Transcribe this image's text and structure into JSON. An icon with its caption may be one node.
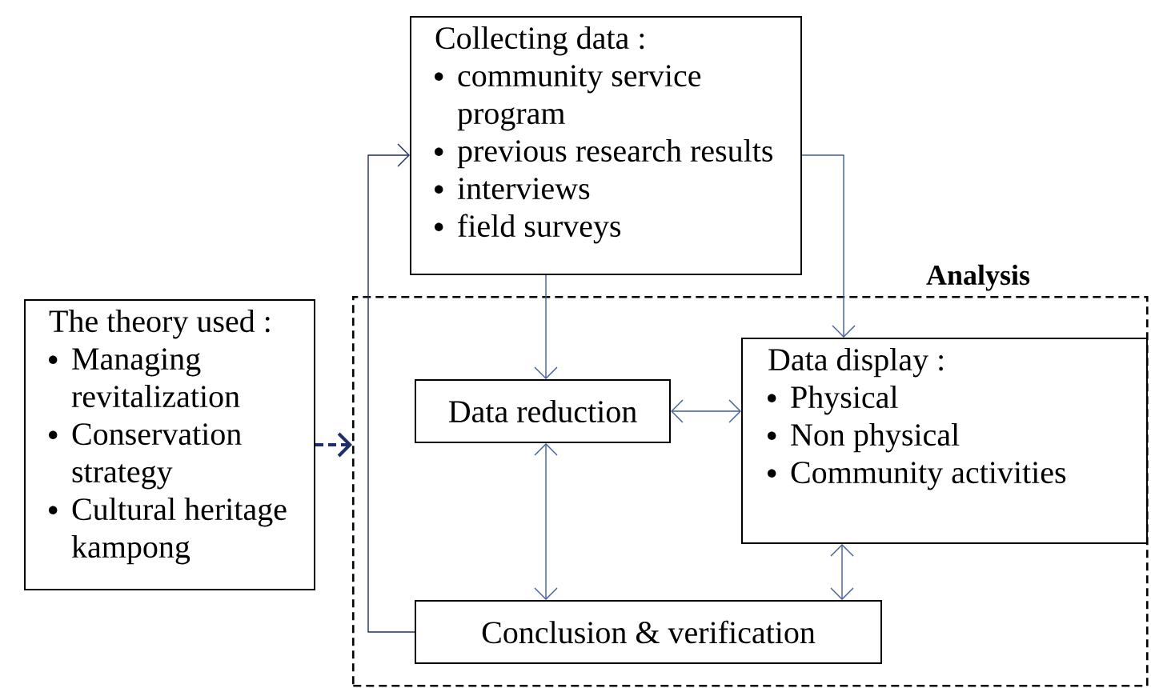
{
  "diagram": {
    "nodes": [
      {
        "text": [
          "Analysis"
        ]
      },
      {
        "text": [
          "Collecting data :",
          "community service program",
          "previous research results",
          "interviews",
          "field surveys"
        ]
      },
      {
        "text": [
          "The theory used :",
          "Managing revitalization",
          "Conservation strategy",
          "Cultural heritage kampong"
        ]
      },
      {
        "text": [
          "Data reduction"
        ],
        "in": 0
      },
      {
        "text": [
          "Data display :",
          "Physical",
          "Non physical",
          "Community activities"
        ],
        "in": 0
      },
      {
        "text": [
          "Conclusion & verification"
        ],
        "in": 0
      }
    ],
    "edges": [
      {
        "from": 2,
        "to": 0,
        "arrow": "to",
        "style": "dashed",
        "color": "#1c2f6b"
      },
      {
        "from": 1,
        "to": 4,
        "arrow": "to"
      },
      {
        "from": 1,
        "to": 3,
        "arrow": "to"
      },
      {
        "from": 3,
        "to": 4,
        "arrow": "both"
      },
      {
        "from": 3,
        "to": 5,
        "arrow": "both"
      },
      {
        "from": 4,
        "to": 5,
        "arrow": "both"
      },
      {
        "from": 5,
        "to": 1,
        "arrow": "to",
        "color": "#1c2f6b"
      }
    ]
  }
}
